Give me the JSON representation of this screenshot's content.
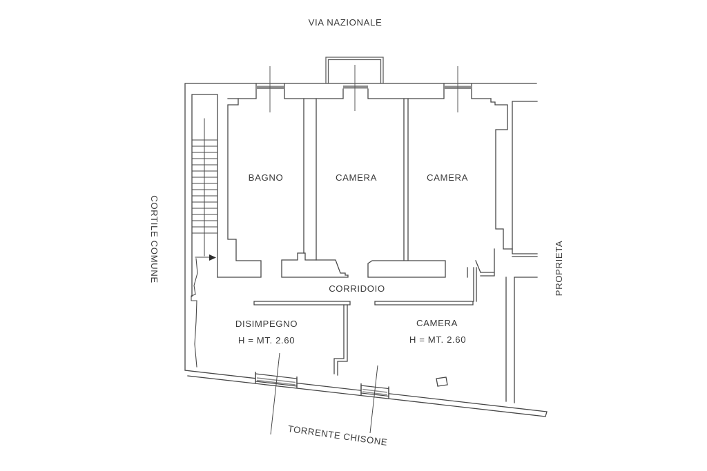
{
  "plan": {
    "context_labels": {
      "top": "VIA NAZIONALE",
      "left": "CORTILE COMUNE",
      "right": "PROPRIETA",
      "bottom": "TORRENTE CHISONE"
    },
    "rooms": {
      "bagno": {
        "label": "BAGNO"
      },
      "camera_top_center": {
        "label": "CAMERA"
      },
      "camera_top_right": {
        "label": "CAMERA"
      },
      "corridoio": {
        "label": "CORRIDOIO"
      },
      "disimpegno": {
        "label": "DISIMPEGNO",
        "height_note": "H = MT. 2.60"
      },
      "camera_bottom": {
        "label": "CAMERA",
        "height_note": "H = MT. 2.60"
      }
    },
    "colors": {
      "line": "#474747",
      "window": "#8c8c8c",
      "text": "#3b3b3b",
      "background": "#ffffff"
    }
  }
}
